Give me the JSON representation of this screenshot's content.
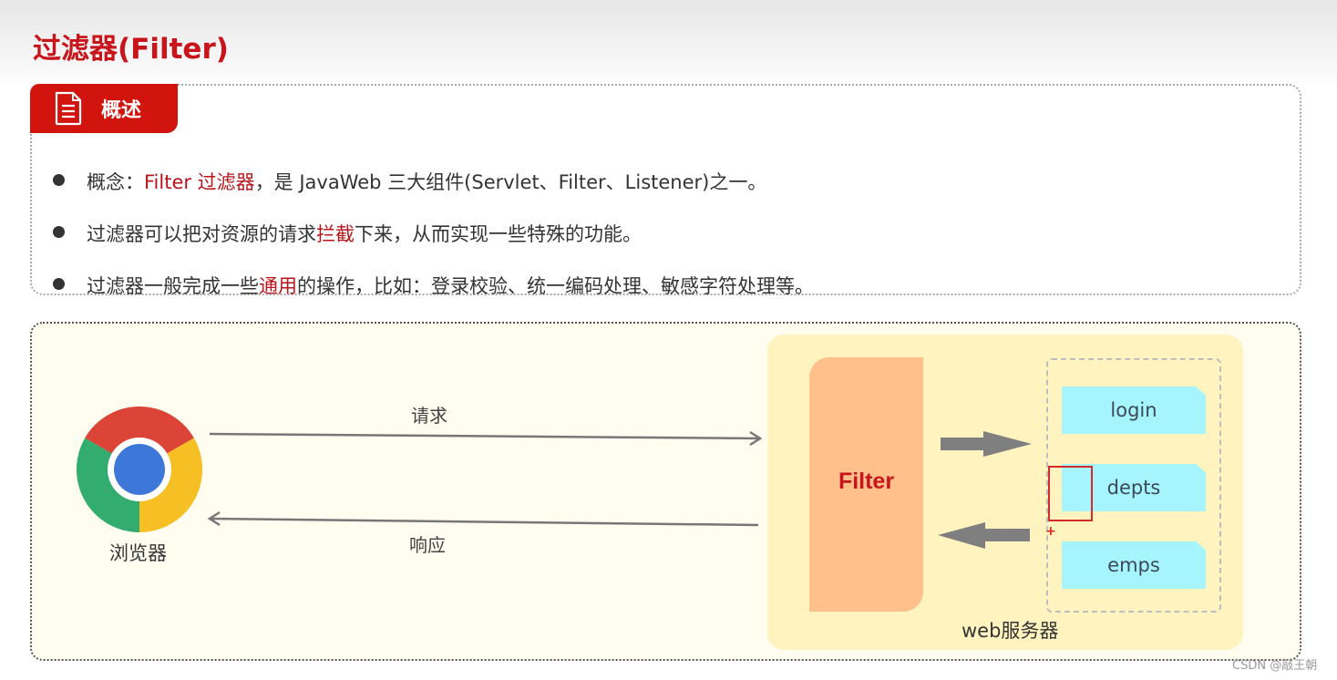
{
  "page": {
    "title": "过滤器(Filter)",
    "accent_color": "#c8151b"
  },
  "overview": {
    "tab_icon": "document-icon",
    "tab_label": "概述",
    "bullets": [
      {
        "parts": [
          {
            "text": "概念：",
            "highlight": false
          },
          {
            "text": "Filter 过滤器",
            "highlight": true
          },
          {
            "text": "，是 JavaWeb 三大组件(Servlet、Filter、Listener)之一。",
            "highlight": false
          }
        ]
      },
      {
        "parts": [
          {
            "text": "过滤器可以把对资源的请求",
            "highlight": false
          },
          {
            "text": "拦截",
            "highlight": true
          },
          {
            "text": "下来，从而实现一些特殊的功能。",
            "highlight": false
          }
        ]
      },
      {
        "parts": [
          {
            "text": "过滤器一般完成一些",
            "highlight": false
          },
          {
            "text": "通用",
            "highlight": true
          },
          {
            "text": "的操作，比如：登录校验、统一编码处理、敏感字符处理等。",
            "highlight": false
          }
        ]
      }
    ]
  },
  "diagram": {
    "browser": {
      "icon": "chrome-browser-icon",
      "label": "浏览器"
    },
    "request_label": "请求",
    "response_label": "响应",
    "filter_label": "Filter",
    "servlets": [
      {
        "label": "login"
      },
      {
        "label": "depts"
      },
      {
        "label": "emps"
      }
    ],
    "server_label": "web服务器",
    "colors": {
      "filter_fill": "#ffc08c",
      "servlet_fill": "#a6f4fd",
      "server_fill": "#fff3bf",
      "arrow_gray": "#808080"
    }
  },
  "watermark": "CSDN @敲王朝"
}
